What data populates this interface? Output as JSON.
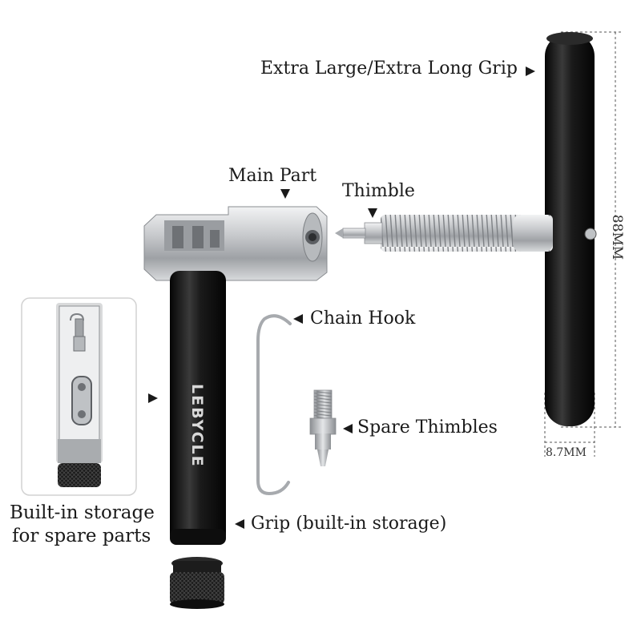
{
  "labels": {
    "grip_large": "Extra Large/Extra Long Grip",
    "main_part": "Main Part",
    "thimble": "Thimble",
    "chain_hook": "Chain Hook",
    "spare_thimbles": "Spare Thimbles",
    "grip_storage": "Grip (built-in storage)",
    "storage_line1": "Built-in storage",
    "storage_line2": "for spare parts"
  },
  "dimensions": {
    "length": "88MM",
    "width": "8.7MM"
  },
  "brand": "LEBYCLE",
  "colors": {
    "handle_black": "#141414",
    "metal_silver": "#c7c9cc",
    "text": "#1a1a1a",
    "dim_line": "#555555"
  },
  "icons": [
    "arrow-pointer-icon"
  ]
}
